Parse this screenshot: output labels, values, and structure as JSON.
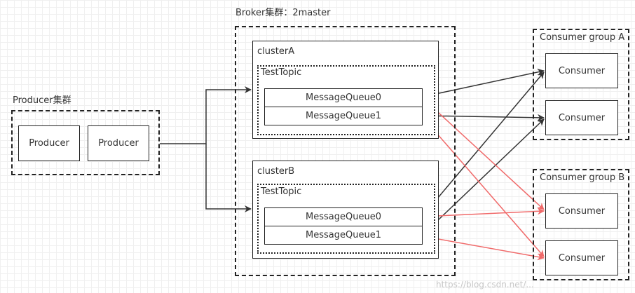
{
  "producer_group": {
    "title": "Producer集群",
    "producers": [
      "Producer",
      "Producer"
    ]
  },
  "broker_cluster": {
    "title": "Broker集群：2master",
    "clusters": [
      {
        "name": "clusterA",
        "topic": "TestTopic",
        "queues": [
          "MessageQueue0",
          "MessageQueue1"
        ]
      },
      {
        "name": "clusterB",
        "topic": "TestTopic",
        "queues": [
          "MessageQueue0",
          "MessageQueue1"
        ]
      }
    ]
  },
  "consumer_groups": [
    {
      "title": "Consumer group A",
      "consumers": [
        "Consumer",
        "Consumer"
      ]
    },
    {
      "title": "Consumer group B",
      "consumers": [
        "Consumer",
        "Consumer"
      ]
    }
  ],
  "watermark": "https://blog.csdn.net/...",
  "colors": {
    "group_a_arrows": "#333333",
    "group_b_arrows": "#f06a6a"
  }
}
